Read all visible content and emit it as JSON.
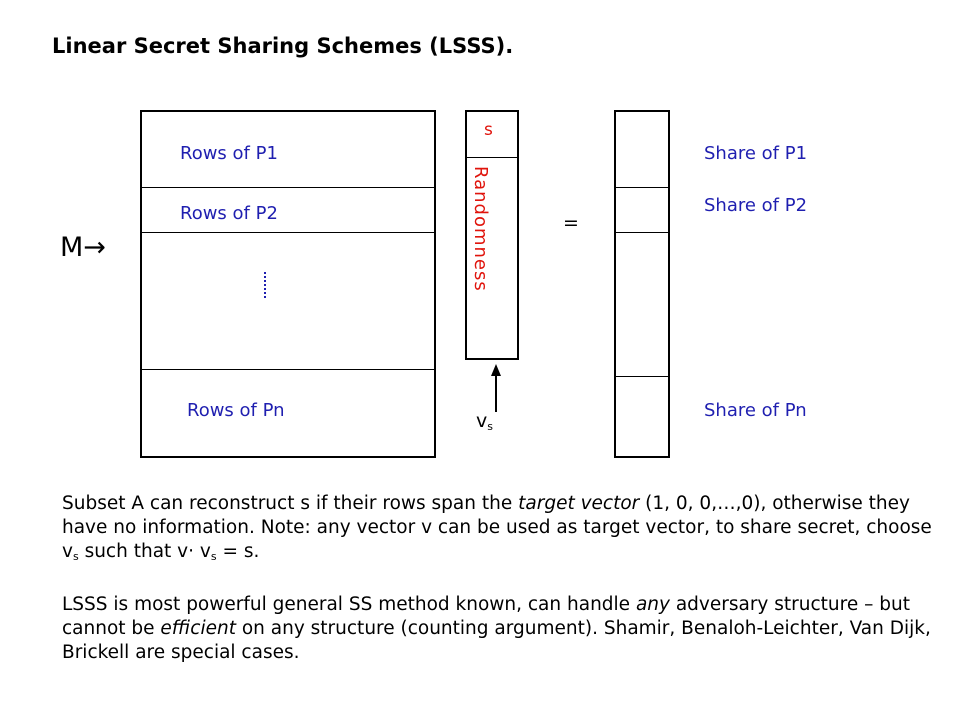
{
  "title": "Linear Secret Sharing Schemes (LSSS).",
  "matrix": {
    "label": "M→",
    "rows": [
      "Rows of P1",
      "Rows of P2",
      "Rows of Pn"
    ],
    "ellipsis": "……"
  },
  "vector": {
    "secret": "s",
    "randomness": "Randomness",
    "arrow_label_base": "v",
    "arrow_label_sub": "s"
  },
  "equals": "=",
  "shares": [
    "Share of P1",
    "Share of P2",
    "Share of Pn"
  ],
  "paragraph1": {
    "part1": "Subset A can reconstruct s if their rows span the ",
    "italic1": "target vector",
    "part2": " (1, 0, 0,…,0), otherwise they have no information. Note: any vector v can be used as target vector, to share secret, choose v",
    "sub1": "s",
    "part3": " such that v· v",
    "sub2": "s",
    "part4": " = s."
  },
  "paragraph2": {
    "part1": "LSSS is most powerful general SS method known, can handle ",
    "italic1": "any",
    "part2": " adversary structure – but cannot be ",
    "italic2": "efficient",
    "part3": " on any structure (counting argument). Shamir, Benaloh-Leichter, Van Dijk, Brickell are special cases."
  },
  "colors": {
    "label_blue": "#1f1fb0",
    "accent_red": "#e0140c"
  }
}
